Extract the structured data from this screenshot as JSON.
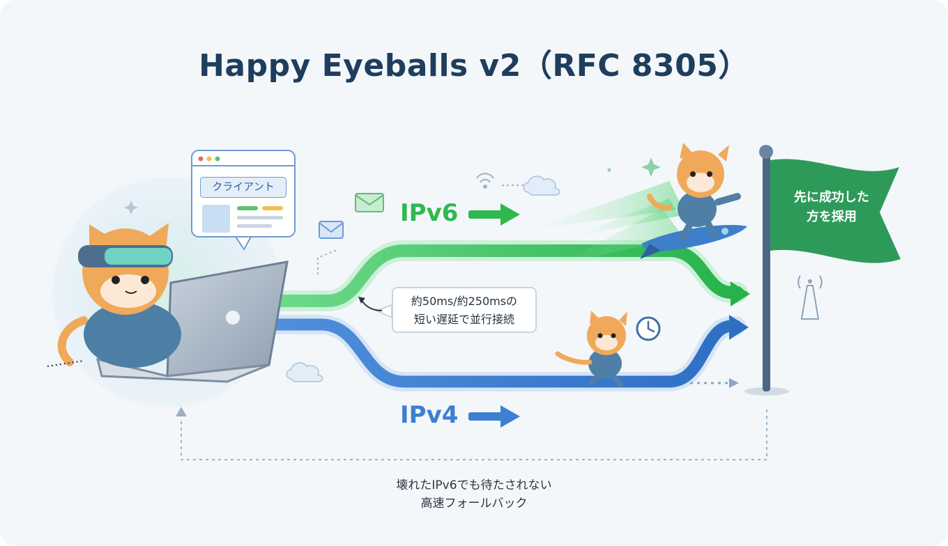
{
  "title": "Happy Eyeballs v2（RFC 8305）",
  "client": {
    "label": "クライアント"
  },
  "paths": {
    "ipv6_label": "IPv6",
    "ipv4_label": "IPv4",
    "ipv6_color": "#2fb84f",
    "ipv4_color": "#3d7fd1"
  },
  "delay_note": {
    "line1": "約50ms/約250msの",
    "line2": "短い遅延で並行接続"
  },
  "flag": {
    "line1": "先に成功した",
    "line2": "方を採用",
    "color": "#2e9a5a"
  },
  "footer_note": {
    "line1": "壊れたIPv6でも待たされない",
    "line2": "高速フォールバック"
  }
}
